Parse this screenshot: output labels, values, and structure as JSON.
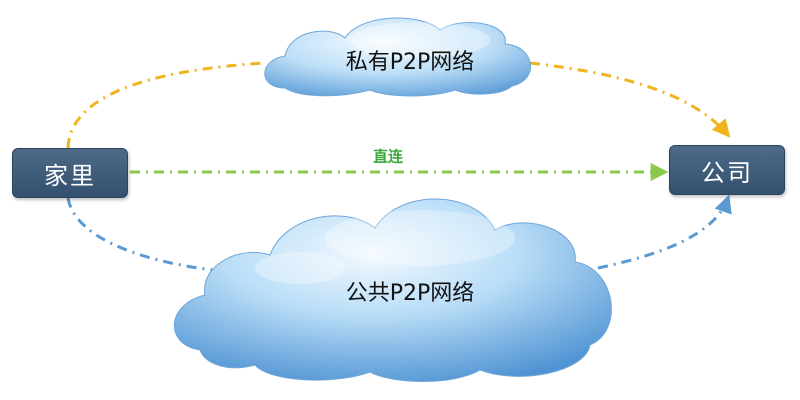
{
  "nodes": {
    "home": "家里",
    "company": "公司"
  },
  "clouds": {
    "private": "私有P2P网络",
    "public": "公共P2P网络"
  },
  "links": {
    "direct": "直连"
  },
  "colors": {
    "node_fill": "#3c5a78",
    "private_path": "#f0b41c",
    "direct_path": "#8cc84b",
    "public_path": "#5a9ad2",
    "direct_label": "#3aa83a",
    "cloud_light": "#e8f4fd",
    "cloud_mid": "#a9d4f5",
    "cloud_dark": "#5a9bd8"
  }
}
